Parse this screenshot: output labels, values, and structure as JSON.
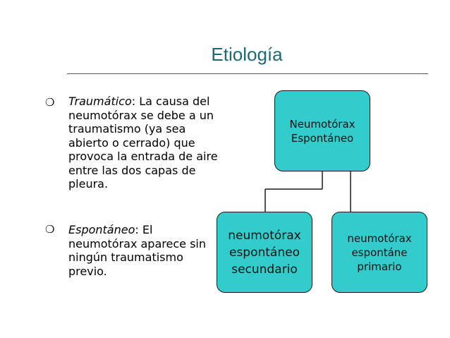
{
  "slide": {
    "title": "Etiología"
  },
  "bullets": [
    {
      "term": "Traumático",
      "text": ": La causa del neumotórax se debe a un traumatismo (ya sea abierto o cerrado) que provoca la entrada de aire entre las dos capas de pleura."
    },
    {
      "term": "Espontáneo",
      "text": ": El neumotórax aparece sin ningún traumatismo previo."
    }
  ],
  "diagram": {
    "root": {
      "label": "Neumotórax\nEspontáneo"
    },
    "children": [
      {
        "label": "neumotórax\nespontáneo\nsecundario"
      },
      {
        "label": "neumotórax\nespontáne\nprimario"
      }
    ],
    "colors": {
      "node_fill": "#33cccc",
      "node_border": "#1a1a1a",
      "title": "#1c6b73"
    }
  }
}
